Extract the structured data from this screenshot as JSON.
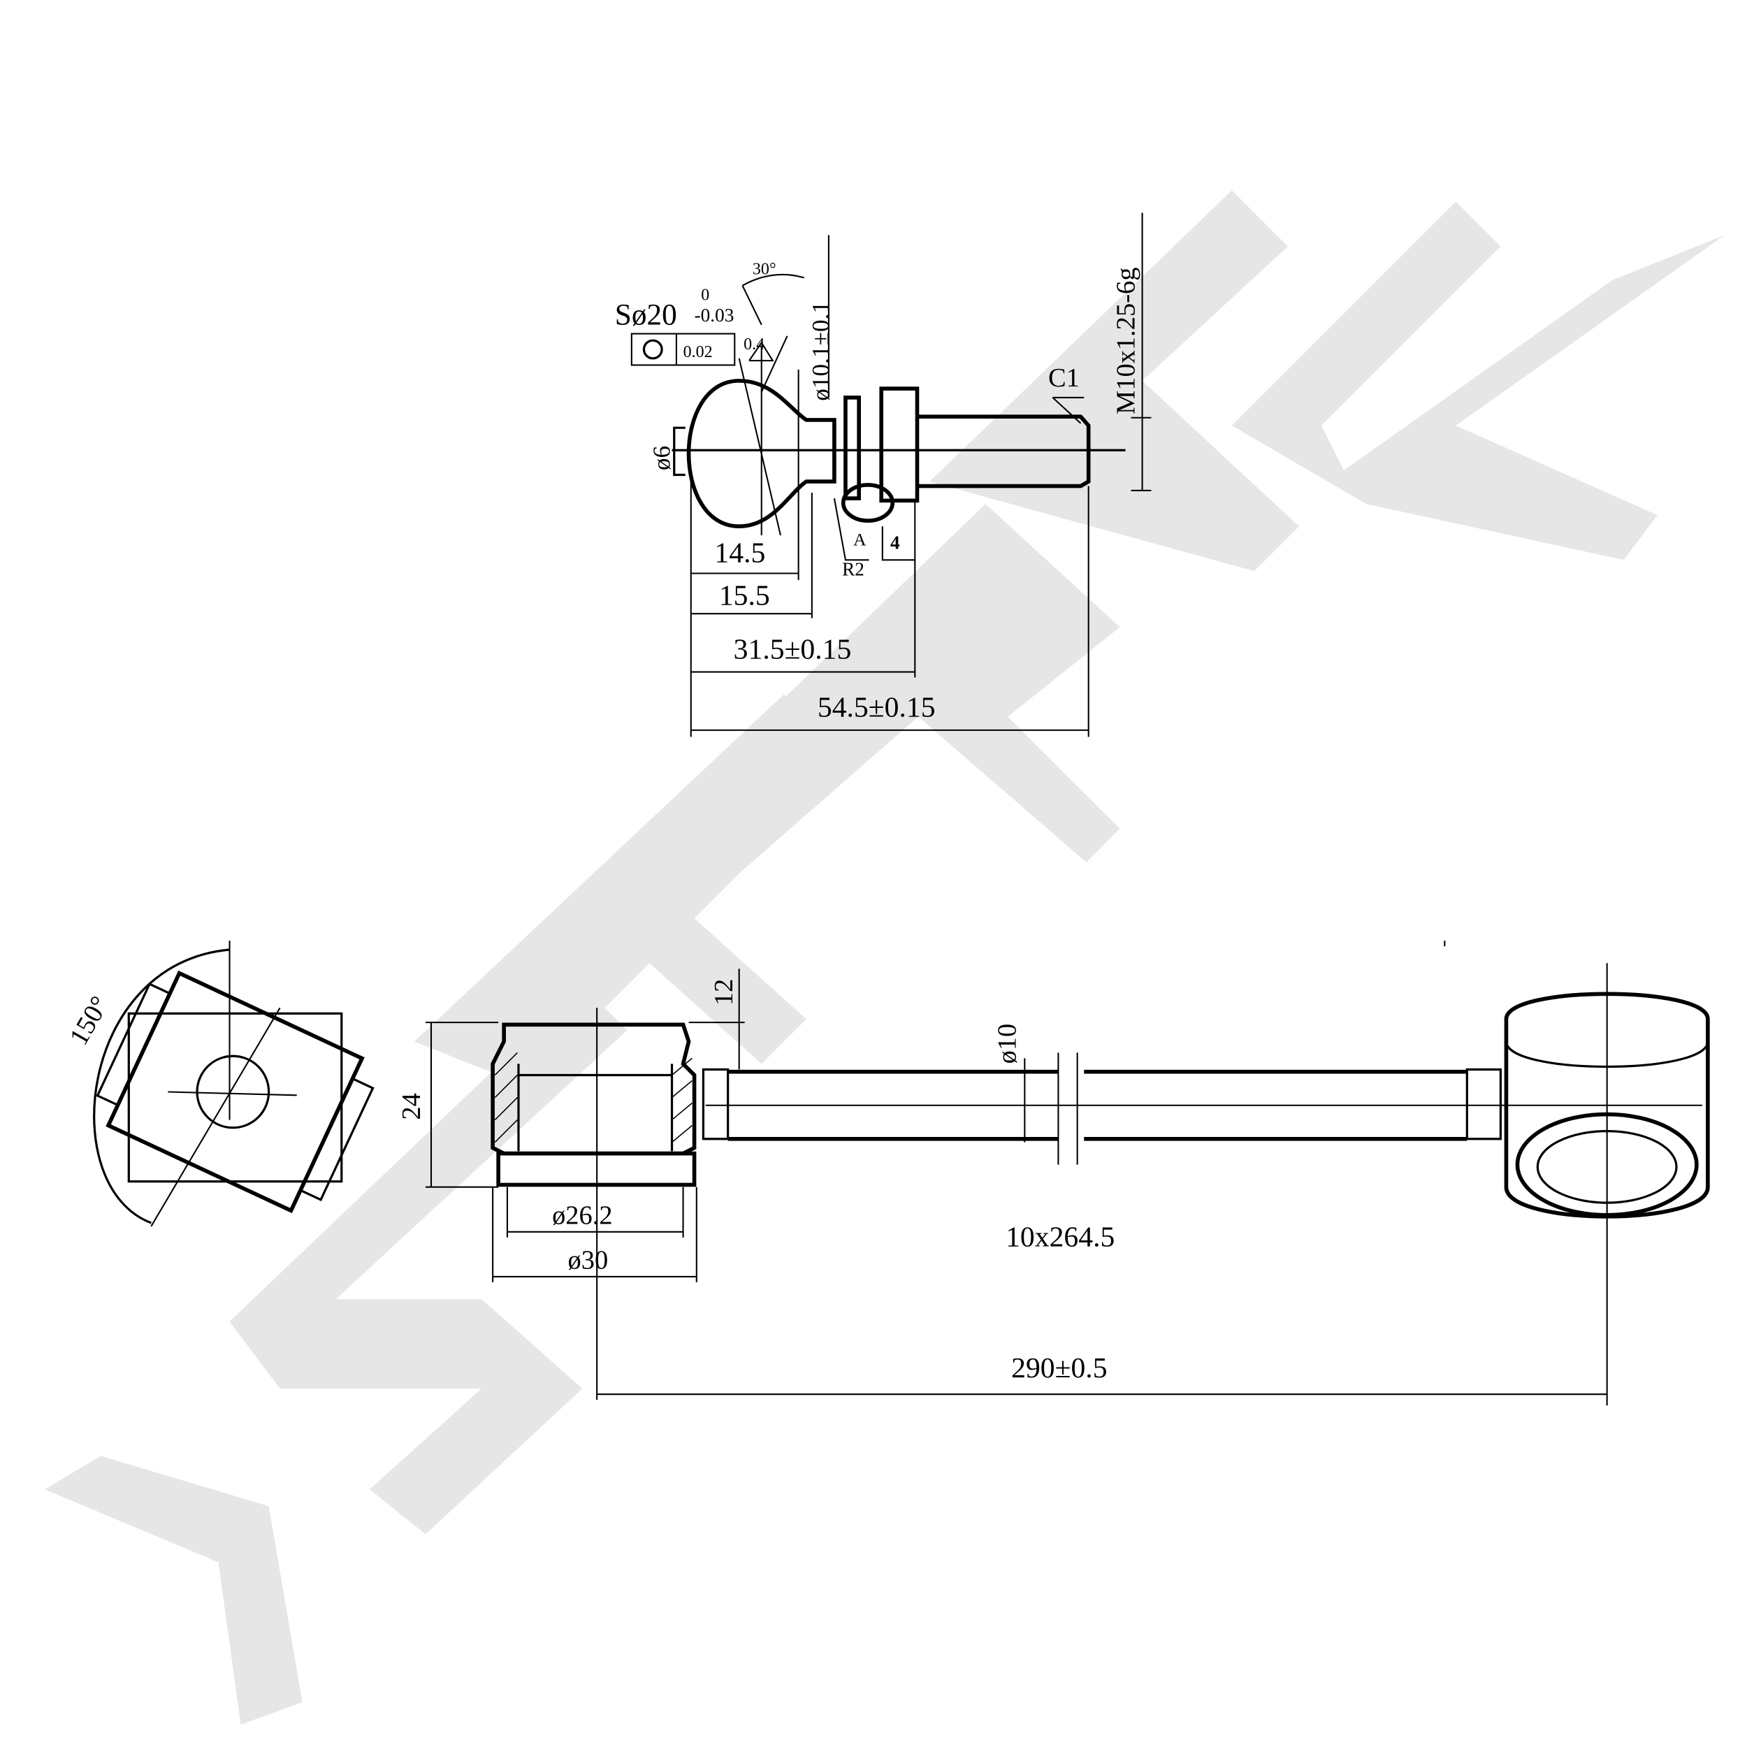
{
  "watermark": {
    "text": "ZENNEK",
    "color": "#e6e6e6"
  },
  "ball_stud": {
    "sphere": "Sø20",
    "tol_upper": "0",
    "tol_lower": "-0.03",
    "roundness_tol": "0.02",
    "angle": "30°",
    "roughness": "0.4",
    "neck_dia": "ø10.1±0.1",
    "thread": "M10x1.25-6g",
    "chamfer": "C1",
    "pin_dia": "ø6",
    "d1": "14.5",
    "d2": "15.5",
    "d3": "31.5±0.15",
    "d4": "54.5±0.15",
    "section": "A",
    "radius": "R2",
    "flange": "4"
  },
  "link": {
    "angle": "150°",
    "height": "24",
    "offset": "12",
    "rod_dia": "ø10",
    "inner_dia": "ø26.2",
    "outer_dia": "ø30",
    "rod": "10x264.5",
    "length": "290±0.5"
  }
}
